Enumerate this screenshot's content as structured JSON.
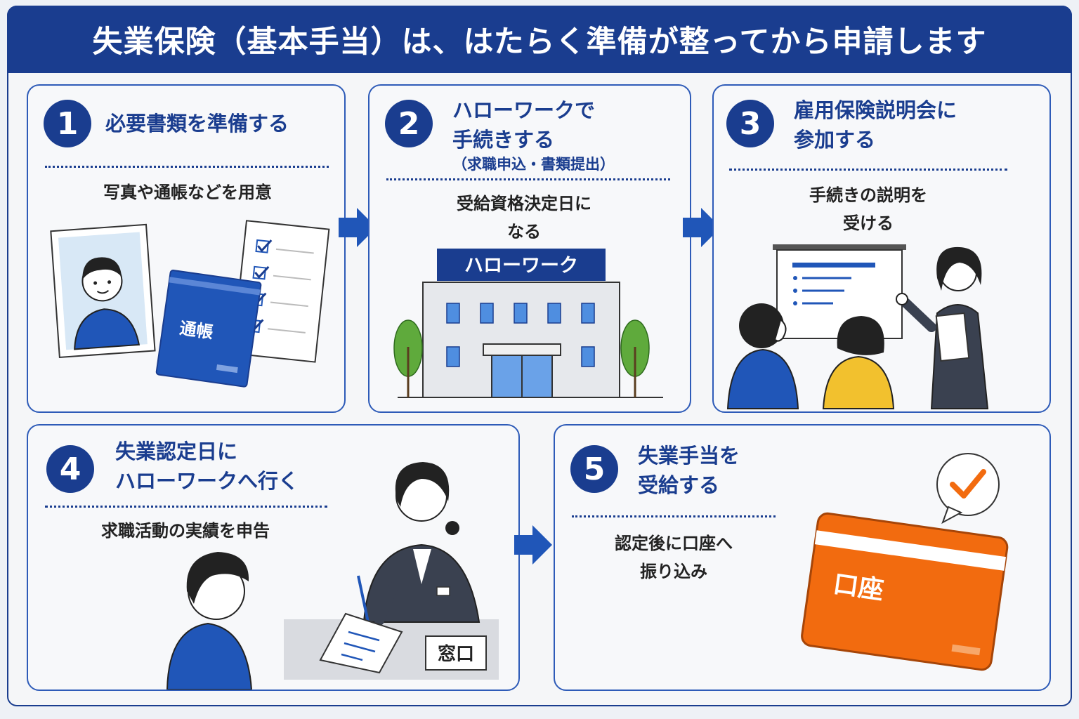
{
  "title": "失業保険（基本手当）は、はたらく準備が整ってから申請します",
  "steps": [
    {
      "number": "1",
      "heading": "必要書類を準備する",
      "description": "写真や通帳などを用意",
      "illustration_label": "通帳"
    },
    {
      "number": "2",
      "heading_line1": "ハローワークで",
      "heading_line2": "手続きする",
      "heading_sub": "（求職申込・書類提出）",
      "description_line1": "受給資格決定日に",
      "description_line2": "なる",
      "illustration_label": "ハローワーク"
    },
    {
      "number": "3",
      "heading_line1": "雇用保険説明会に",
      "heading_line2": "参加する",
      "description_line1": "手続きの説明を",
      "description_line2": "受ける"
    },
    {
      "number": "4",
      "heading_line1": "失業認定日に",
      "heading_line2": "ハローワークへ行く",
      "description": "求職活動の実績を申告",
      "illustration_label": "窓口"
    },
    {
      "number": "5",
      "heading_line1": "失業手当を",
      "heading_line2": "受給する",
      "description_line1": "認定後に口座へ",
      "description_line2": "振り込み",
      "illustration_label": "口座"
    }
  ],
  "colors": {
    "navy": "#1a3d8f",
    "blue": "#2056b8",
    "orange": "#f26b0f",
    "tree": "#5faa3c"
  }
}
